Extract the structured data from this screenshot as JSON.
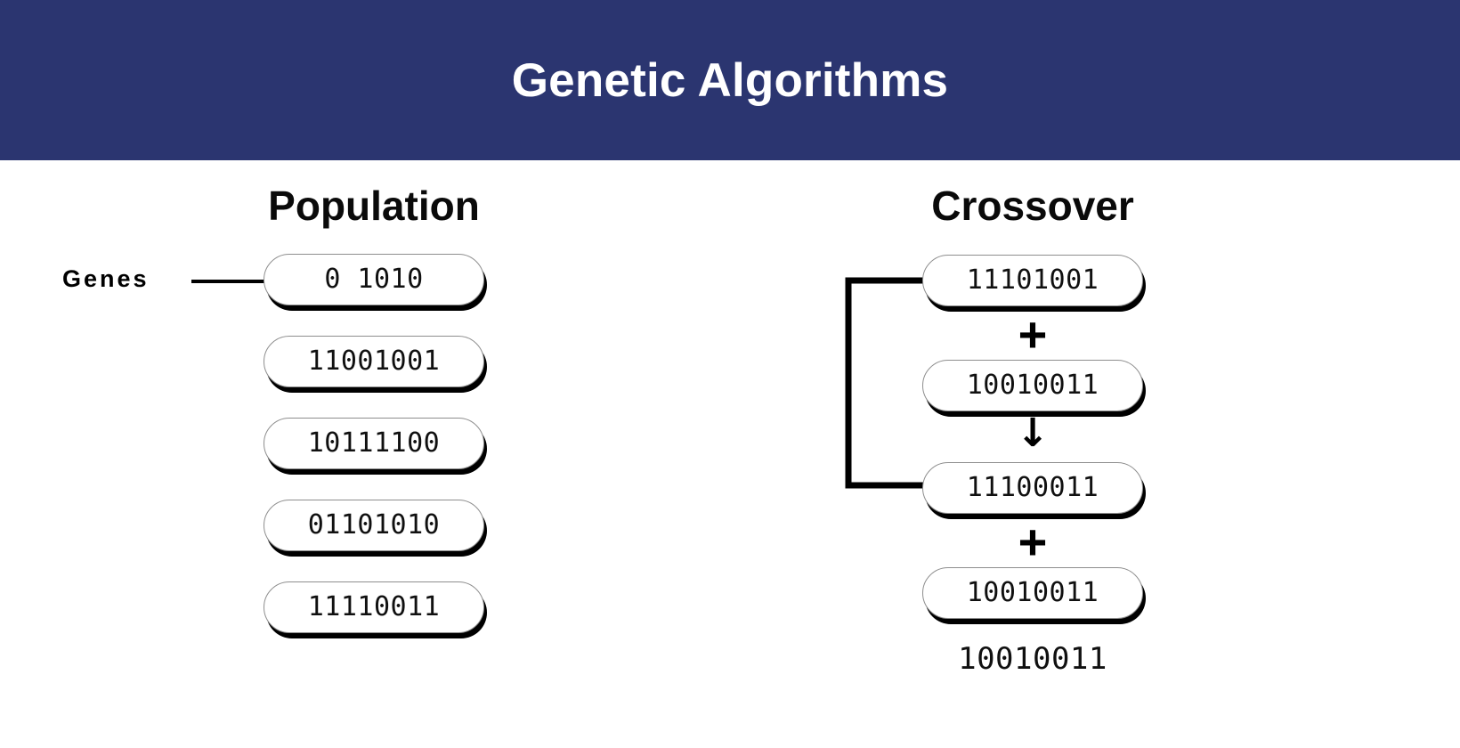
{
  "header": {
    "title": "Genetic Algorithms",
    "background_color": "#2b3570",
    "text_color": "#ffffff"
  },
  "population": {
    "heading": "Population",
    "annotation": {
      "label": "Genes",
      "leader_line": "horizontal-leader-line"
    },
    "chromosomes": [
      {
        "value": "0 1010"
      },
      {
        "value": "11001001"
      },
      {
        "value": "10111100"
      },
      {
        "value": "01101010"
      },
      {
        "value": "11110011"
      }
    ]
  },
  "crossover": {
    "heading": "Crossover",
    "parents": [
      {
        "value": "11101001"
      },
      {
        "value": "10010011"
      }
    ],
    "offspring_pills": [
      {
        "value": "11100011"
      },
      {
        "value": "10010011"
      }
    ],
    "operators": {
      "plus_1": "+",
      "plus_2": "+",
      "arrow": "↓"
    },
    "result": "10010011",
    "bracket": "left-bracket-connector"
  },
  "style": {
    "pill_border_color": "#8e8e8e",
    "pill_shadow_color": "#000000",
    "pill_fill": "#ffffff",
    "text_color": "#101010",
    "page_background": "#ffffff"
  }
}
